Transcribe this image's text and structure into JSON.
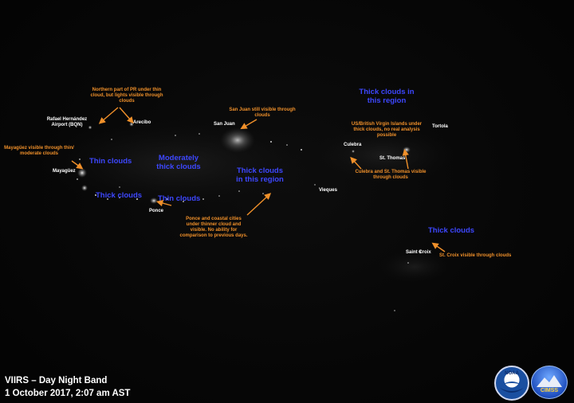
{
  "caption": {
    "line1": "VIIRS – Day Night Band",
    "line2": "1 October 2017, 2:07 am AST"
  },
  "places": {
    "rafael": "Rafael Hernández Airport (BQN)",
    "arecibo": "Arecibo",
    "san_juan": "San Juan",
    "mayaguez": "Mayagüez",
    "ponce": "Ponce",
    "culebra": "Culebra",
    "st_thomas": "St. Thomas",
    "tortola": "Tortola",
    "vieques": "Vieques",
    "saint_croix": "Saint Croix"
  },
  "notes": {
    "north_pr": "Northern part of PR under thin cloud, but lights visible through clouds",
    "san_juan": "San Juan  still visible through clouds",
    "mayaguez": "Mayagüez visible through thin/ moderate clouds",
    "ponce": "Ponce and coastal cities under thinner cloud and visible. No ability for comparison to previous days.",
    "bvi": "US/British Virgin Islands under thick clouds, no real analysis possible",
    "culebra": "Culebra and St. Thomas visible through clouds",
    "st_croix": "St. Croix visible through clouds"
  },
  "clouds": {
    "thick_east": "Thick clouds in this region",
    "thin_west": "Thin clouds",
    "moderate": "Moderately thick clouds",
    "thick_center": "Thick clouds in this region",
    "thick_south": "Thick clouds",
    "thin_south": "Thin clouds",
    "thick_croix": "Thick clouds"
  },
  "logos": {
    "noaa": "NOAA",
    "cimss": "CIMSS"
  },
  "colors": {
    "note": "#f0902a",
    "cloud_label": "#3d47ff",
    "place": "#ffffff"
  }
}
